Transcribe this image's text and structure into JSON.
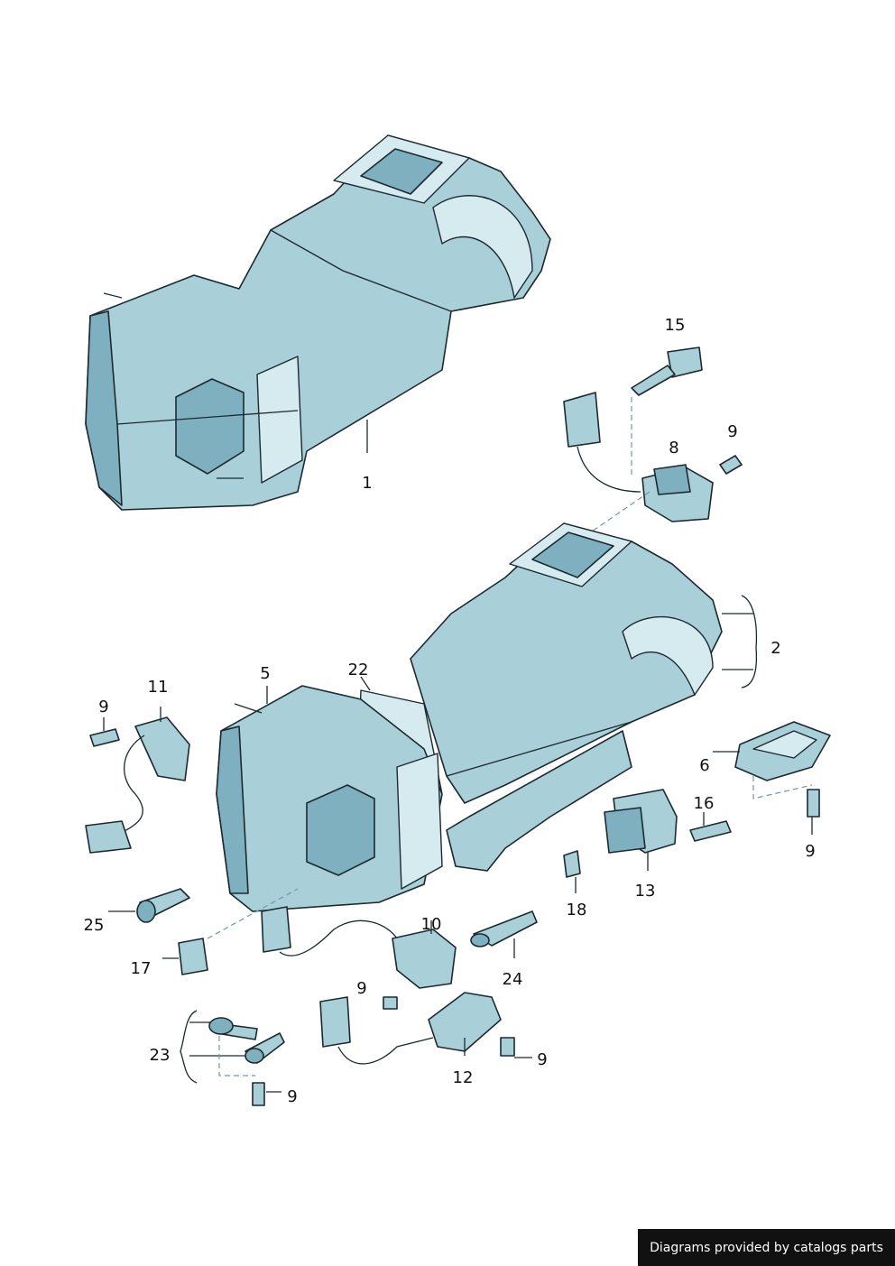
{
  "labels": {
    "p1": "1",
    "p2": "2",
    "p5": "5",
    "p6": "6",
    "p8": "8",
    "p9a": "9",
    "p9b": "9",
    "p9c": "9",
    "p9d": "9",
    "p9e": "9",
    "p9f": "9",
    "p10": "10",
    "p11": "11",
    "p12": "12",
    "p13": "13",
    "p15": "15",
    "p16": "16",
    "p17": "17",
    "p18": "18",
    "p22": "22",
    "p23": "23",
    "p24": "24",
    "p25": "25"
  },
  "credit": "Diagrams provided by catalogs parts",
  "colors": {
    "part_fill": "#a9cfd9",
    "part_shade": "#7fb0bf",
    "outline": "#1c2a30",
    "credit_bg": "#111111"
  }
}
